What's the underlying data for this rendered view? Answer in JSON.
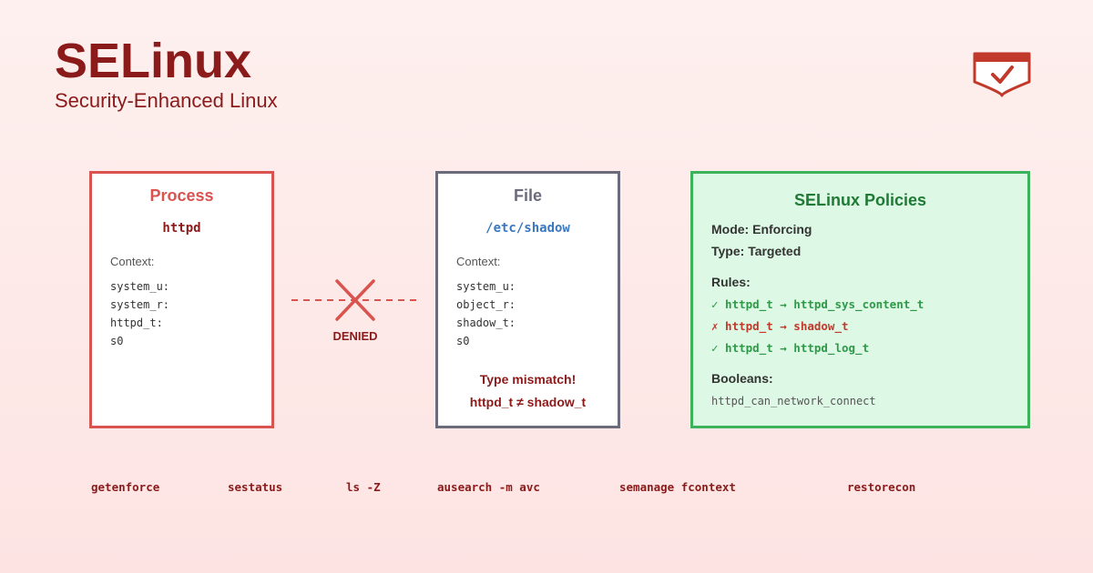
{
  "header": {
    "title": "SELinux",
    "subtitle": "Security-Enhanced Linux"
  },
  "icons": {
    "logo": "shield-check-icon",
    "denied": "x-mark-icon"
  },
  "colors": {
    "brand": "#8b1a1a",
    "process_border": "#d9534f",
    "file_border": "#6b6b7b",
    "policy_border": "#3cb35a",
    "policy_bg": "#ddf8e4",
    "allow": "#2e9a48",
    "deny": "#c0392b"
  },
  "process": {
    "title": "Process",
    "name": "httpd",
    "context_label": "Context:",
    "context": [
      "system_u:",
      "system_r:",
      "httpd_t:",
      "s0"
    ]
  },
  "file": {
    "title": "File",
    "name": "/etc/shadow",
    "context_label": "Context:",
    "context": [
      "system_u:",
      "object_r:",
      "shadow_t:",
      "s0"
    ],
    "mismatch_title": "Type mismatch!",
    "mismatch_detail": "httpd_t ≠ shadow_t"
  },
  "access": {
    "label": "DENIED"
  },
  "policies": {
    "title": "SELinux Policies",
    "mode": "Mode: Enforcing",
    "type": "Type: Targeted",
    "rules_label": "Rules:",
    "rules": [
      "✓ httpd_t → httpd_sys_content_t",
      "✗ httpd_t → shadow_t",
      "✓ httpd_t → httpd_log_t"
    ],
    "booleans_label": "Booleans:",
    "boolean": "httpd_can_network_connect"
  },
  "commands": [
    "getenforce",
    "sestatus",
    "ls -Z",
    "ausearch -m avc",
    "semanage fcontext",
    "restorecon"
  ]
}
